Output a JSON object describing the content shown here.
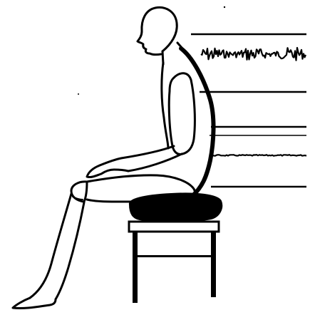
{
  "illustration": {
    "subject": "seated-figure-with-signal-traces",
    "colors": {
      "background": "#ffffff",
      "ink": "#000000"
    },
    "traces": [
      {
        "name": "upper-trace",
        "style": "noisy"
      },
      {
        "name": "lower-trace",
        "style": "flat"
      }
    ]
  }
}
